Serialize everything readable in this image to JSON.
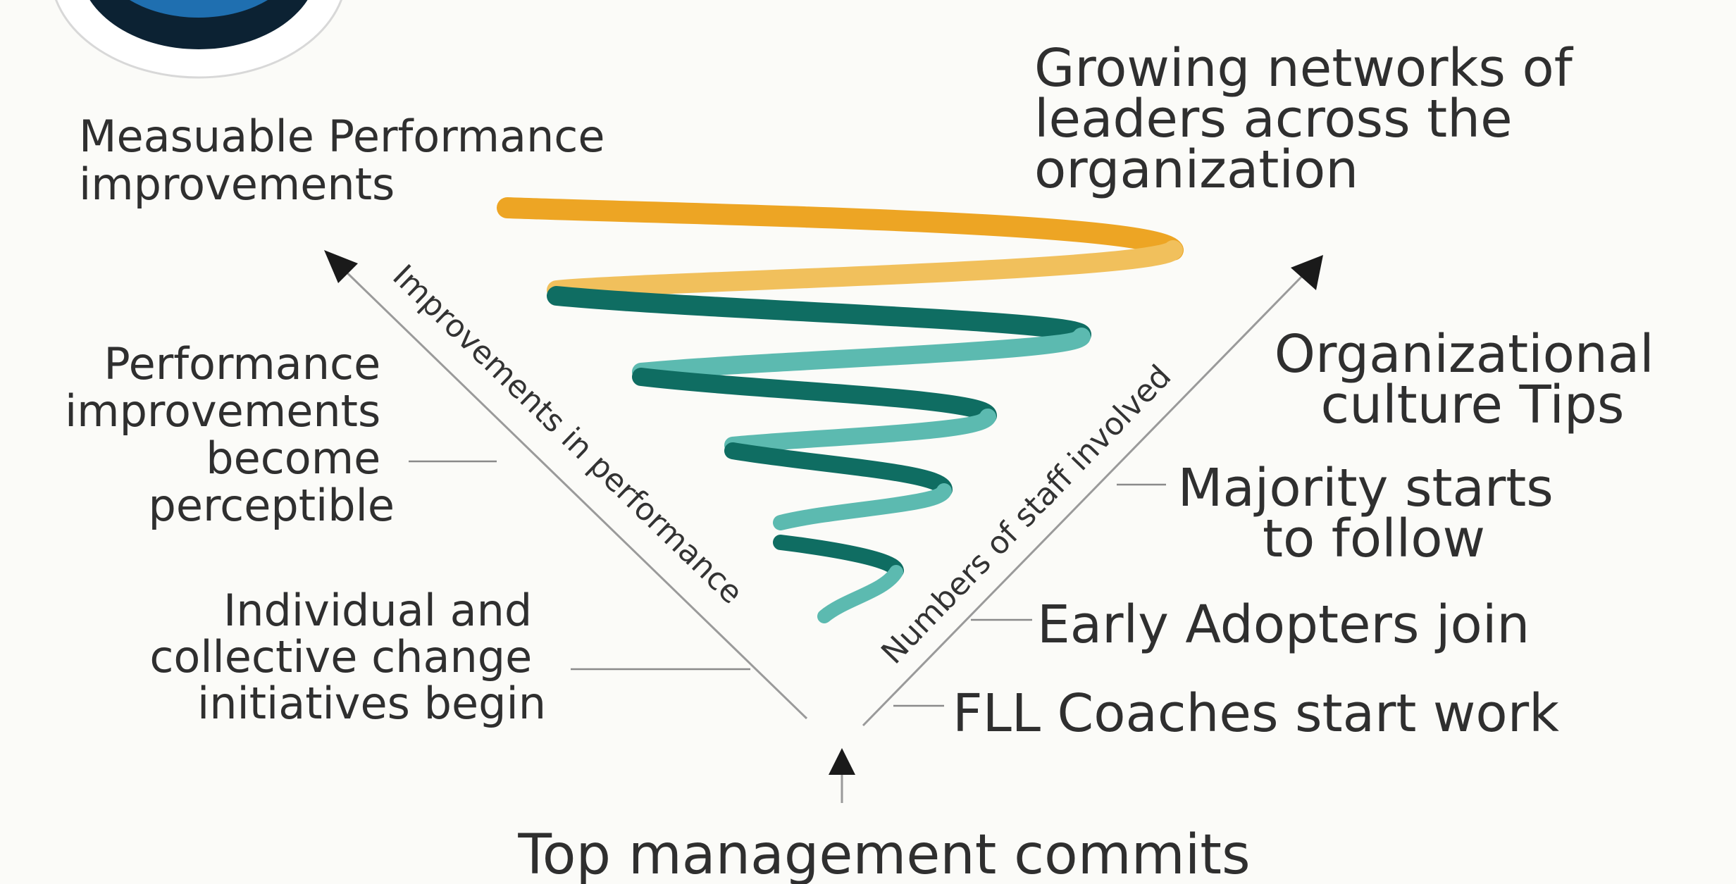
{
  "labels": {
    "top_left": [
      "Measuable Performance",
      "improvements"
    ],
    "top_right": [
      "Growing networks of",
      "leaders across the",
      "organization"
    ],
    "perceptible": [
      "Performance",
      "improvements",
      "become",
      "perceptible"
    ],
    "initiatives": [
      "Individual and",
      "collective change",
      "initiatives begin"
    ],
    "culture": [
      "Organizational",
      "culture Tips"
    ],
    "majority": [
      "Majority starts",
      "to follow"
    ],
    "early": "Early Adopters join",
    "fll": "FLL Coaches start work",
    "bottom": "Top management commits"
  },
  "axes": {
    "left": "Improvements in performance",
    "right": "Numbers of staff involved"
  },
  "colors": {
    "top_band": "#eda524",
    "top_band_light": "#f1c05c",
    "teal_dark": "#0f6d62",
    "teal_light": "#5cbab0",
    "arrow": "#1a1a1a",
    "logo_blue": "#1f6fb0",
    "logo_dark": "#0c2233"
  }
}
